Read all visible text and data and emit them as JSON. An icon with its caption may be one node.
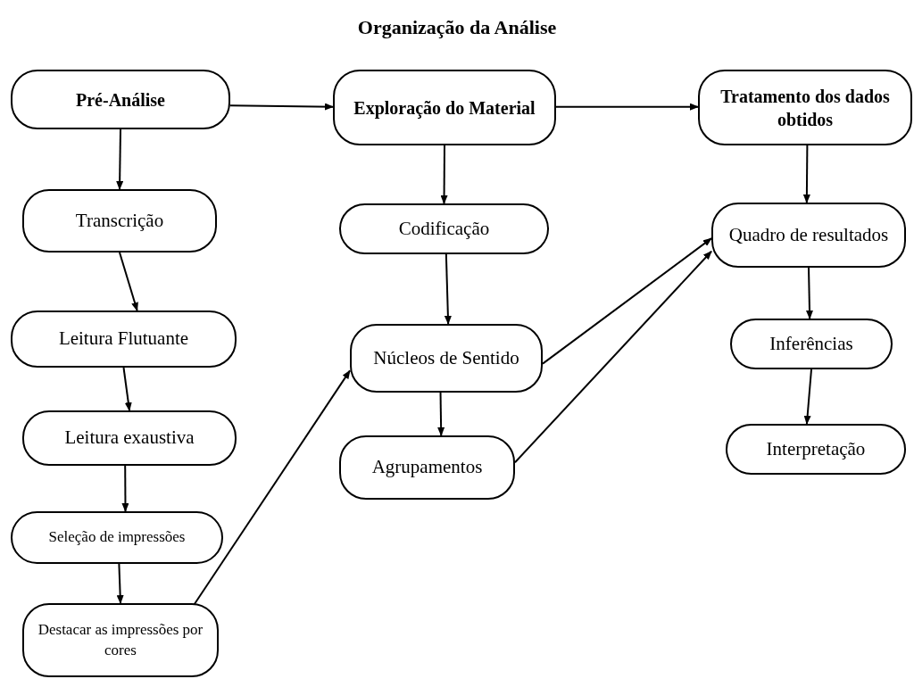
{
  "diagram": {
    "title": "Organização da Análise",
    "nodes": [
      {
        "text": [
          "Pré-Análise"
        ]
      },
      {
        "text": [
          "Exploração do Material"
        ]
      },
      {
        "text": [
          "Tratamento dos dados obtidos"
        ]
      },
      {
        "text": [
          "Transcrição"
        ]
      },
      {
        "text": [
          "Leitura Flutuante"
        ]
      },
      {
        "text": [
          "Leitura exaustiva"
        ]
      },
      {
        "text": [
          "Seleção de impressões"
        ]
      },
      {
        "text": [
          "Destacar as impressões por cores"
        ]
      },
      {
        "text": [
          "Codificação"
        ]
      },
      {
        "text": [
          "Núcleos de Sentido"
        ]
      },
      {
        "text": [
          "Agrupamentos"
        ]
      },
      {
        "text": [
          "Quadro de resultados"
        ]
      },
      {
        "text": [
          "Inferências"
        ]
      },
      {
        "text": [
          "Interpretação"
        ]
      }
    ],
    "edges": [
      {
        "from": 0,
        "to": 1,
        "arrow": "to"
      },
      {
        "from": 1,
        "to": 2,
        "arrow": "to"
      },
      {
        "from": 0,
        "to": 3,
        "arrow": "to"
      },
      {
        "from": 3,
        "to": 4,
        "arrow": "to"
      },
      {
        "from": 4,
        "to": 5,
        "arrow": "to"
      },
      {
        "from": 5,
        "to": 6,
        "arrow": "to"
      },
      {
        "from": 6,
        "to": 7,
        "arrow": "to"
      },
      {
        "from": 7,
        "to": 9,
        "arrow": "to"
      },
      {
        "from": 1,
        "to": 8,
        "arrow": "to"
      },
      {
        "from": 8,
        "to": 9,
        "arrow": "to"
      },
      {
        "from": 9,
        "to": 10,
        "arrow": "to"
      },
      {
        "from": 9,
        "to": 11,
        "arrow": "to"
      },
      {
        "from": 10,
        "to": 11,
        "arrow": "to"
      },
      {
        "from": 2,
        "to": 11,
        "arrow": "to"
      },
      {
        "from": 11,
        "to": 12,
        "arrow": "to"
      },
      {
        "from": 12,
        "to": 13,
        "arrow": "to"
      }
    ]
  }
}
